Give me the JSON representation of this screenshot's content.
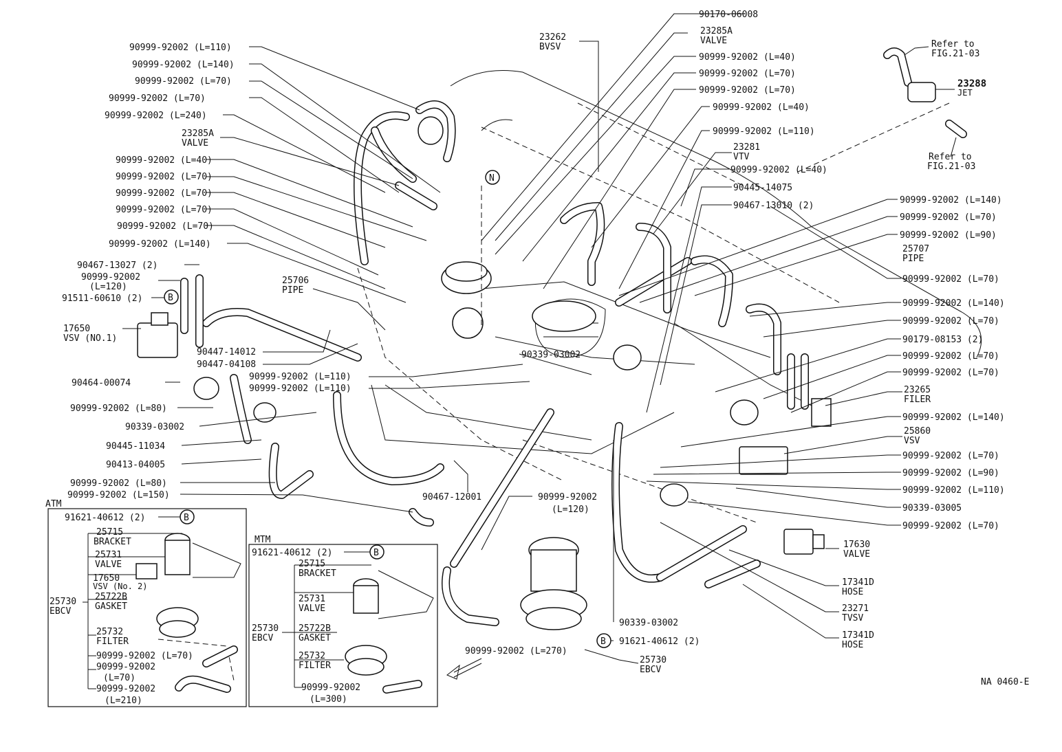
{
  "diagram_code": "NA 0460-E",
  "sections": {
    "atm": "ATM",
    "mtm": "MTM"
  },
  "markers": {
    "b": "B",
    "n": "N"
  },
  "labels_top_left": [
    "90999-92002 (L=110)",
    "90999-92002 (L=140)",
    "90999-92002 (L=70)",
    "90999-92002 (L=70)",
    "90999-92002 (L=240)",
    "23285A",
    "VALVE",
    "90999-92002 (L=40)",
    "90999-92002 (L=70)",
    "90999-92002 (L=70)",
    "90999-92002 (L=70)",
    "90999-92002 (L=70)",
    "90999-92002 (L=140)"
  ],
  "labels_left": [
    "90467-13027 (2)",
    "90999-92002",
    "(L=120)",
    "91511-60610 (2)",
    "25706",
    "PIPE",
    "17650",
    "VSV (NO.1)",
    "90447-14012",
    "90447-04108",
    "90464-00074",
    "90999-92002 (L=80)",
    "90339-03002",
    "90445-11034",
    "90413-04005",
    "90999-92002 (L=80)",
    "90999-92002 (L=150)"
  ],
  "labels_center": [
    "23262",
    "BVSV",
    "90999-92002 (L=110)",
    "90999-92002 (L=110)",
    "90339-03002",
    "90467-12001",
    "90999-92002",
    "(L=120)",
    "90339-03002",
    "91621-40612 (2)",
    "90999-92002 (L=270)",
    "25730",
    "EBCV"
  ],
  "labels_top_right": [
    "90170-06008",
    "23285A",
    "VALVE",
    "90999-92002 (L=40)",
    "90999-92002 (L=70)",
    "90999-92002 (L=70)",
    "90999-92002 (L=40)",
    "90999-92002 (L=110)",
    "23281",
    "VTV",
    "90999-92002 (L=40)",
    "90445-14075",
    "90467-13010 (2)"
  ],
  "labels_right": [
    "90999-92002 (L=140)",
    "90999-92002 (L=70)",
    "90999-92002 (L=90)",
    "25707",
    "PIPE",
    "90999-92002 (L=70)",
    "90999-92002 (L=140)",
    "90999-92002 (L=70)",
    "90179-08153 (2)",
    "90999-92002 (L=70)",
    "90999-92002 (L=70)",
    "23265",
    "FILER",
    "90999-92002 (L=140)",
    "25860",
    "VSV",
    "90999-92002 (L=70)",
    "90999-92002 (L=90)",
    "90999-92002 (L=110)",
    "90339-03005",
    "90999-92002 (L=70)",
    "17630",
    "VALVE",
    "17341D",
    "HOSE",
    "23271",
    "TVSV",
    "17341D",
    "HOSE"
  ],
  "jet_inset": {
    "refer_top": "Refer to",
    "refer_top_fig": "FIG.21-03",
    "jet_number": "23288",
    "jet_label": "JET",
    "refer_bottom": "Refer to",
    "refer_bottom_fig": "FIG.21-03"
  },
  "atm_box": [
    "91621-40612 (2)",
    "25715",
    "BRACKET",
    "25731",
    "VALVE",
    "17650",
    "VSV (No. 2)",
    "25730",
    "EBCV",
    "25722B",
    "GASKET",
    "25732",
    "FILTER",
    "90999-92002 (L=70)",
    "90999-92002",
    "(L=70)",
    "90999-92002",
    "(L=210)"
  ],
  "mtm_box": [
    "91621-40612 (2)",
    "25715",
    "BRACKET",
    "25731",
    "VALVE",
    "25730",
    "EBCV",
    "25722B",
    "GASKET",
    "25732",
    "FILTER",
    "90999-92002",
    "(L=300)"
  ]
}
